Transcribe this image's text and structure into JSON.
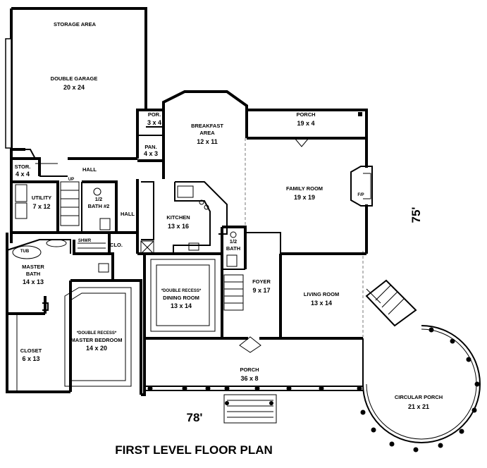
{
  "title": "FIRST LEVEL FLOOR PLAN",
  "dimensions": {
    "width": "78'",
    "depth": "75'"
  },
  "rooms": {
    "storage": {
      "name": "STORAGE AREA"
    },
    "garage": {
      "name": "DOUBLE GARAGE",
      "size": "20 x 24"
    },
    "por": {
      "name": "POR.",
      "size": "3 x 4"
    },
    "pan": {
      "name": "PAN.",
      "size": "4 x 3"
    },
    "breakfast": {
      "name1": "BREAKFAST",
      "name2": "AREA",
      "size": "12 x 11"
    },
    "porch_top": {
      "name": "PORCH",
      "size": "19 x 4"
    },
    "stor": {
      "name": "STOR.",
      "size": "4 x 4"
    },
    "hall1": {
      "name": "HALL"
    },
    "hall2": {
      "name": "HALL"
    },
    "utility": {
      "name": "UTILITY",
      "size": "7 x 12"
    },
    "halfbath2": {
      "name1": "1/2",
      "name2": "BATH #2"
    },
    "kitchen": {
      "name": "KITCHEN",
      "size": "13 x 16"
    },
    "family": {
      "name": "FAMILY ROOM",
      "size": "19 x 19"
    },
    "fp": {
      "name": "F/P"
    },
    "halfbath": {
      "name1": "1/2",
      "name2": "BATH"
    },
    "clo": {
      "name": "CLO."
    },
    "shwr": {
      "name": "SHWR"
    },
    "tub": {
      "name": "TUB"
    },
    "master_bath": {
      "name1": "MASTER",
      "name2": "BATH",
      "size": "14 x 13"
    },
    "dining": {
      "note": "*DOUBLE RECESS*",
      "name": "DINING ROOM",
      "size": "13 x 14"
    },
    "foyer": {
      "name": "FOYER",
      "size": "9 x 17"
    },
    "living": {
      "name": "LIVING ROOM",
      "size": "13 x 14"
    },
    "master_bed": {
      "note": "*DOUBLE RECESS*",
      "name": "MASTER BEDROOM",
      "size": "14 x 20"
    },
    "closet": {
      "name": "CLOSET",
      "size": "6 x 13"
    },
    "porch_front": {
      "name": "PORCH",
      "size": "36 x 8"
    },
    "circular": {
      "name": "CIRCULAR PORCH",
      "size": "21 x 21"
    },
    "up": {
      "name": "UP"
    }
  }
}
